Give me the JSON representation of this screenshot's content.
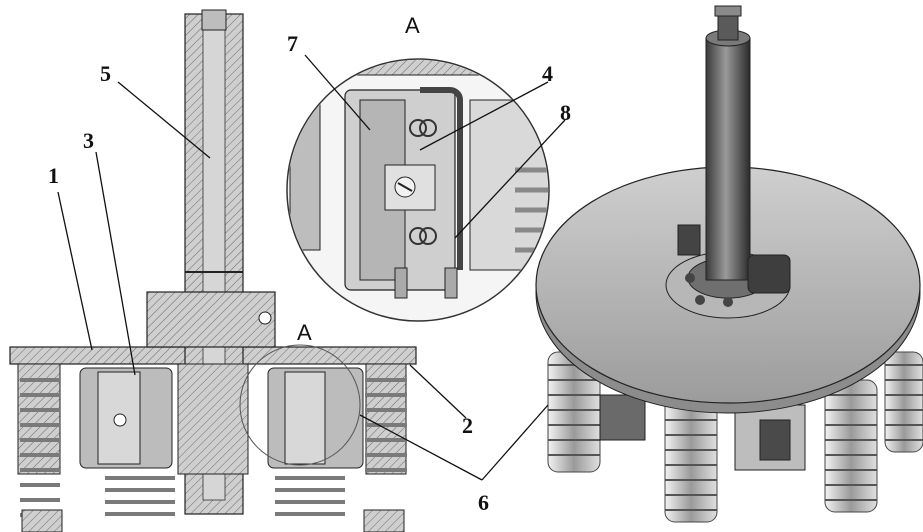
{
  "callouts": {
    "n1": "1",
    "n2": "2",
    "n3": "3",
    "n4": "4",
    "n5": "5",
    "n6": "6",
    "n7": "7",
    "n8": "8"
  },
  "view_labels": {
    "detail_title": "A",
    "section_marker": "A"
  },
  "colors": {
    "metal_light": "#d9d9d9",
    "metal_mid": "#a9a9a9",
    "metal_dark": "#5a5a5a",
    "line": "#222222",
    "hatch": "#6b6b6b"
  }
}
